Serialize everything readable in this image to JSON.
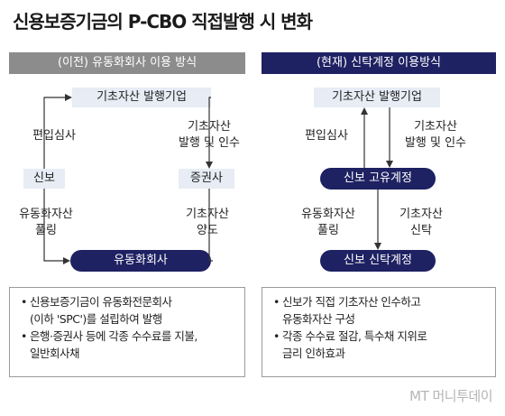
{
  "title": "신용보증기금의 P-CBO 직접발행 시 변화",
  "left_panel": {
    "header": "(이전) 유동화회사 이용 방식",
    "top_node": "기초자산 발행기업",
    "node_sinbo": "신보",
    "node_securities": "증권사",
    "bottom_node": "유동화회사",
    "label_review": "편입심사",
    "label_acquire": [
      "기초자산",
      "발행 및 인수"
    ],
    "label_pool": [
      "유동화자산",
      "풀링"
    ],
    "label_transfer": [
      "기초자산",
      "양도"
    ],
    "notes": [
      "신용보증기금이 유동화전문회사",
      "(이하 'SPC')를 설립하여 발행",
      "은행·증권사 등에 각종 수수료를 지불,",
      "일반회사채"
    ]
  },
  "right_panel": {
    "header": "(현재) 신탁계정 이용방식",
    "top_node": "기초자산 발행기업",
    "middle_node": "신보 고유계정",
    "bottom_node": "신보 신탁계정",
    "label_review": "편입심사",
    "label_acquire": [
      "기초자산",
      "발행 및 인수"
    ],
    "label_pool": [
      "유동화자산",
      "풀링"
    ],
    "label_trust": [
      "기초자산",
      "신탁"
    ],
    "notes": [
      "신보가 직접 기초자산 인수하고",
      "유동화자산 구성",
      "각종 수수료 절감, 특수채 지위로",
      "금리 인하효과"
    ]
  },
  "watermark": "MT 머니투데이",
  "colors": {
    "navy": "#1e2162",
    "gray_header": "#8c8c8c",
    "light_box": "#e7ecf5",
    "line": "#333333"
  }
}
